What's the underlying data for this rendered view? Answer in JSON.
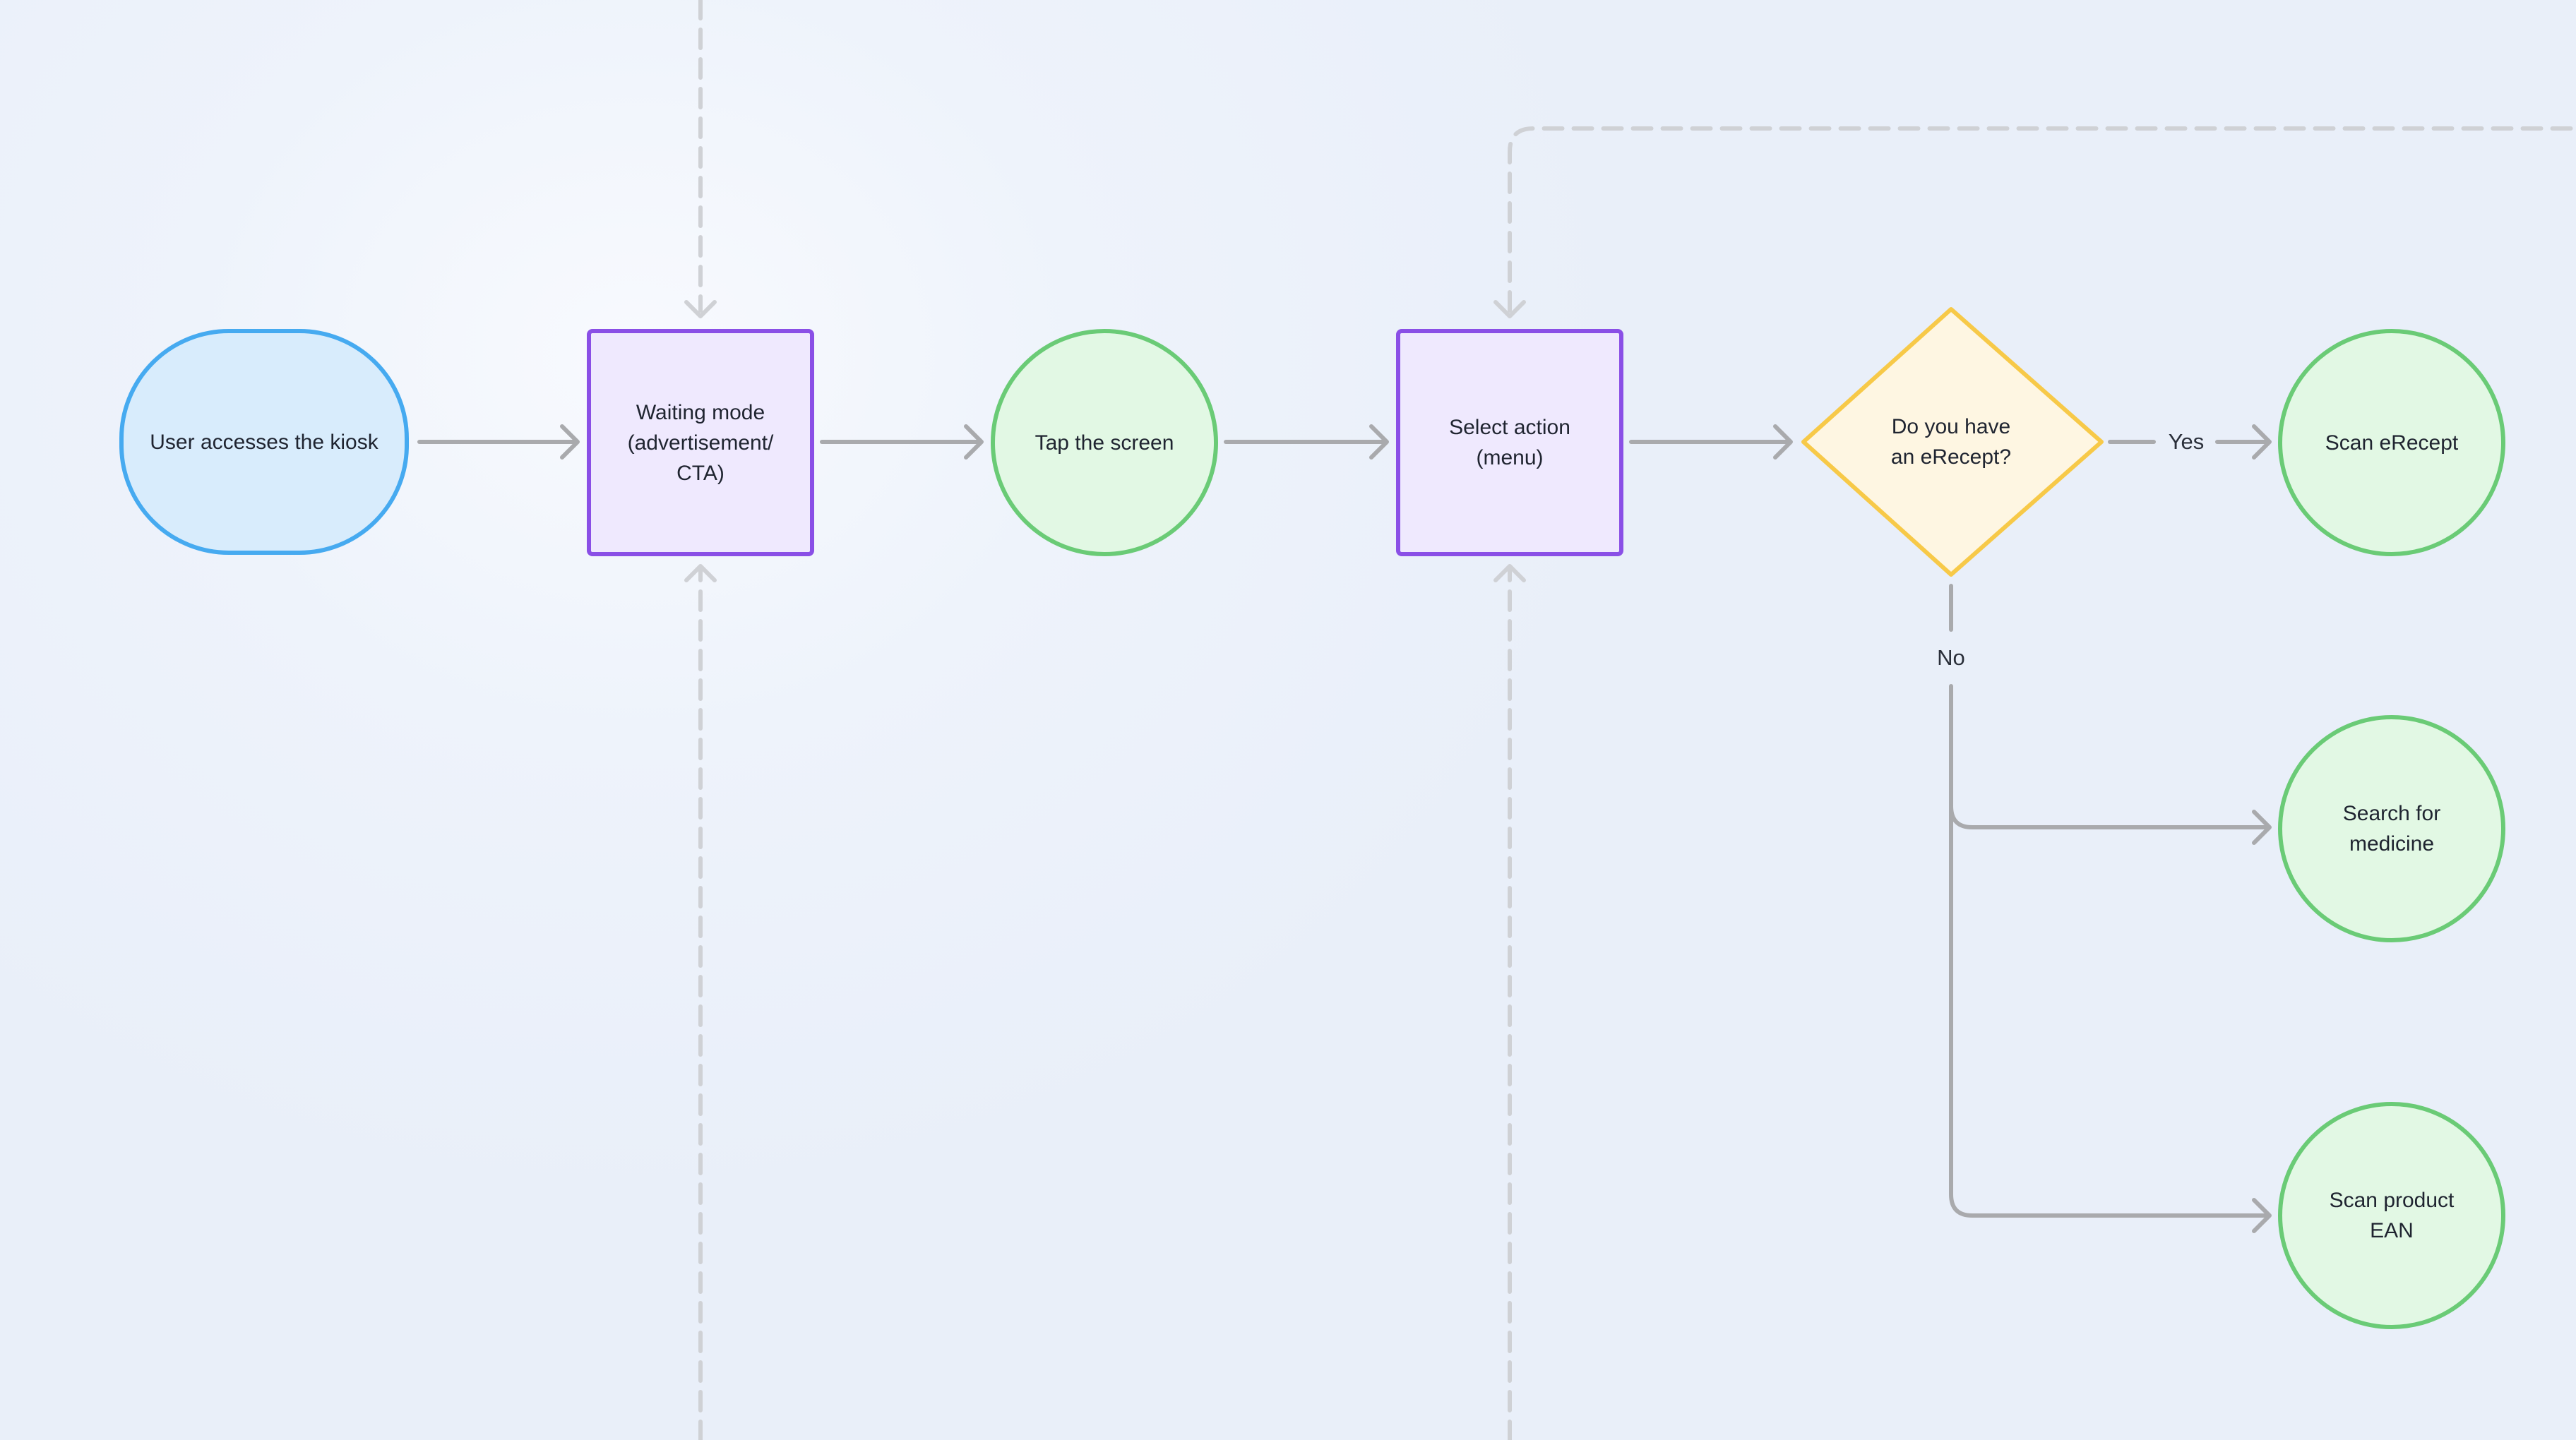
{
  "diagram": {
    "nodes": {
      "start": {
        "label": "User accesses the kiosk",
        "shape": "terminal"
      },
      "waiting": {
        "label": "Waiting mode\n(advertisement/\nCTA)",
        "shape": "process"
      },
      "tap": {
        "label": "Tap the screen",
        "shape": "circle"
      },
      "select": {
        "label": "Select action\n(menu)",
        "shape": "process"
      },
      "decision": {
        "label": "Do you have\nan eRecept?",
        "shape": "decision"
      },
      "scan_erecept": {
        "label": "Scan eRecept",
        "shape": "circle"
      },
      "search_medicine": {
        "label": "Search for\nmedicine",
        "shape": "circle"
      },
      "scan_ean": {
        "label": "Scan product\nEAN",
        "shape": "circle"
      }
    },
    "edges": [
      {
        "from": "start",
        "to": "waiting",
        "label": ""
      },
      {
        "from": "waiting",
        "to": "tap",
        "label": ""
      },
      {
        "from": "tap",
        "to": "select",
        "label": ""
      },
      {
        "from": "select",
        "to": "decision",
        "label": ""
      },
      {
        "from": "decision",
        "to": "scan_erecept",
        "label": "Yes"
      },
      {
        "from": "decision",
        "to": "search_medicine",
        "label": "No"
      },
      {
        "from": "decision",
        "to": "scan_ean",
        "label": "No"
      }
    ],
    "edge_labels": {
      "yes": "Yes",
      "no": "No"
    },
    "colors": {
      "terminal_fill": "#d8ecfc",
      "terminal_stroke": "#46aaf0",
      "process_fill": "#efe9fe",
      "process_stroke": "#8a4fe6",
      "circle_fill": "#e2f8e4",
      "circle_stroke": "#6acb76",
      "decision_fill": "#fef6e2",
      "decision_stroke": "#f7c948",
      "edge": "#a9aaad",
      "dashed_edge": "#cfd1d5"
    }
  }
}
